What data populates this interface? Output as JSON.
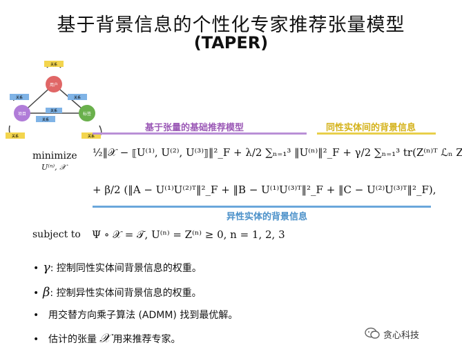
{
  "title": {
    "line1": "基于背景信息的个性化专家推荐张量模型",
    "line2": "(TAPER)"
  },
  "diagram": {
    "nodes": [
      {
        "id": "top",
        "label": "用户",
        "color": "#e06666"
      },
      {
        "id": "left",
        "label": "项目",
        "color": "#b07cd8"
      },
      {
        "id": "right",
        "label": "标签",
        "color": "#6ab04c"
      }
    ],
    "edge_labels": [
      "关系",
      "关系",
      "关系",
      "关系",
      "关系",
      "关系",
      "关系"
    ]
  },
  "annotations": {
    "base_model": "基于张量的基础推荐模型",
    "homo_context": "同性实体间的背景信息",
    "hetero_context": "异性实体的背景信息"
  },
  "formula": {
    "minimize": "minimize",
    "minimize_vars": "U⁽ⁿ⁾, 𝒳",
    "line1": "½‖𝒳 − ⟦U⁽¹⁾, U⁽²⁾, U⁽³⁾⟧‖²_F + λ/2 ∑ₙ₌₁³ ‖U⁽ⁿ⁾‖²_F   + γ/2 ∑ₙ₌₁³ tr(Z⁽ⁿ⁾ᵀ ℒₙ Z⁽ⁿ⁾)",
    "line2": "+ β/2 (‖A − U⁽¹⁾U⁽²⁾ᵀ‖²_F + ‖B − U⁽¹⁾U⁽³⁾ᵀ‖²_F + ‖C − U⁽²⁾U⁽³⁾ᵀ‖²_F),",
    "subject_to": "subject to",
    "constraint": "Ψ ∘ 𝒳 = 𝒯, U⁽ⁿ⁾ = Z⁽ⁿ⁾ ≥ 0, n = 1, 2, 3"
  },
  "bullets": [
    {
      "symbol": "γ",
      "text": ": 控制同性实体间背景信息的权重。"
    },
    {
      "symbol": "β",
      "text": ": 控制异性实体间背景信息的权重。"
    },
    {
      "symbol": "",
      "text": "用交替方向乘子算法 (ADMM) 找到最优解。"
    },
    {
      "symbol": "𝒳",
      "text_before": "估计的张量",
      "text": "用来推荐专家。"
    }
  ],
  "watermark": "贪心科技",
  "colors": {
    "purple": "#9b59b6",
    "yellow": "#d4b21a",
    "blue": "#4a90c9"
  }
}
